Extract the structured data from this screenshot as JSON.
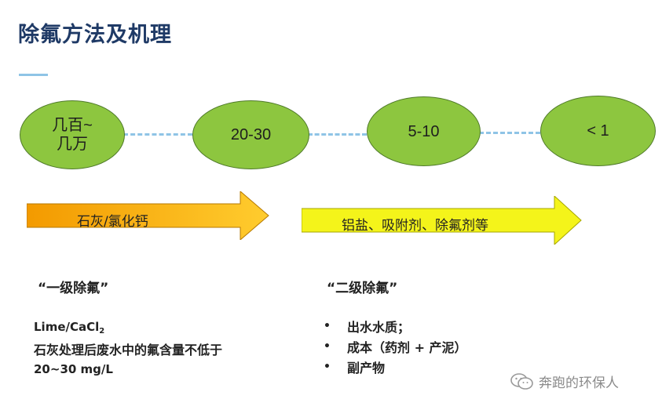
{
  "slide": {
    "title": "除氟方法及机理",
    "stages": [
      "几百~几万",
      "20-30",
      "5-10",
      "< 1"
    ],
    "arrows": [
      {
        "label": "石灰/氯化钙",
        "color": "#f7a800"
      },
      {
        "label": "铝盐、吸附剂、除氟剂等",
        "color": "#f4f41a"
      }
    ],
    "level1": {
      "heading": "“一级除氟”",
      "formula_main": "Lime/CaCl",
      "formula_sub": "2",
      "line1": "石灰处理后废水中的氟含量不低于",
      "line2": "20~30 mg/L"
    },
    "level2": {
      "heading": "“二级除氟”",
      "bullets": [
        "出水水质；",
        "成本（药剂 + 产泥）",
        "副产物"
      ],
      "bullet_glyph": "•"
    },
    "watermark": {
      "text": "奔跑的环保人",
      "icon": "wechat-icon"
    },
    "colors": {
      "title": "#1f3a66",
      "stage_fill": "#8dc63f",
      "connector": "#8fc4e6"
    }
  }
}
